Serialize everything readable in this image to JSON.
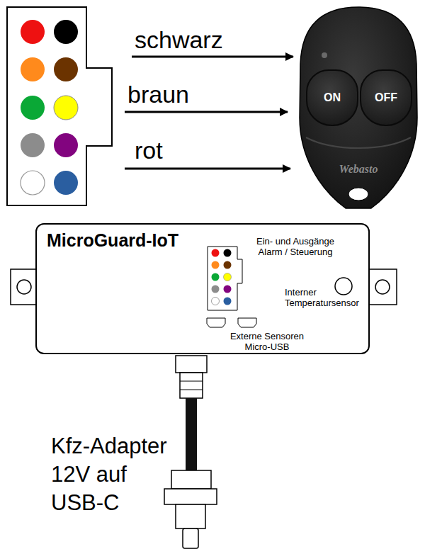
{
  "diagram": {
    "nodes": [
      {
        "text": [
          "Webasto"
        ]
      },
      {
        "text": [
          "ON"
        ],
        "in": 0
      },
      {
        "text": [
          "OFF"
        ],
        "in": 0
      },
      {
        "text": [
          "MicroGuard-IoT",
          "Ein- und Ausgänge Alarm / Steuerung",
          "Interner Temperatursensor",
          "Externe Sensoren Micro-USB"
        ]
      }
    ],
    "labels": [
      "schwarz",
      "braun",
      "rot",
      "Kfz-Adapter 12V auf USB-C"
    ]
  }
}
